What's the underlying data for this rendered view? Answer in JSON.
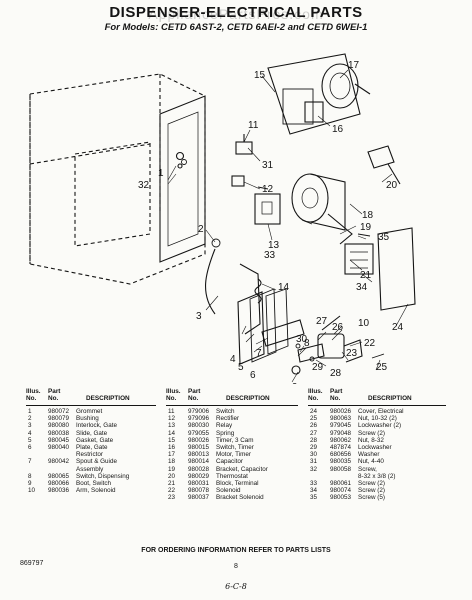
{
  "header": {
    "title": "DISPENSER-ELECTRICAL PARTS",
    "subtitle": "For Models: CETD 6AST-2, CETD 6AEI-2 and CETD 6WEI-1",
    "watermark": "AppliancePartsPros.com"
  },
  "callouts": [
    {
      "id": "c1",
      "label": "1"
    },
    {
      "id": "c2",
      "label": "2"
    },
    {
      "id": "c3",
      "label": "3"
    },
    {
      "id": "c4",
      "label": "4"
    },
    {
      "id": "c5",
      "label": "5"
    },
    {
      "id": "c6",
      "label": "6"
    },
    {
      "id": "c7",
      "label": "7"
    },
    {
      "id": "c8",
      "label": "8"
    },
    {
      "id": "c9",
      "label": "9"
    },
    {
      "id": "c10",
      "label": "10"
    },
    {
      "id": "c11",
      "label": "11"
    },
    {
      "id": "c12",
      "label": "12"
    },
    {
      "id": "c13",
      "label": "13"
    },
    {
      "id": "c14",
      "label": "14"
    },
    {
      "id": "c15",
      "label": "15"
    },
    {
      "id": "c16",
      "label": "16"
    },
    {
      "id": "c17",
      "label": "17"
    },
    {
      "id": "c18",
      "label": "18"
    },
    {
      "id": "c19",
      "label": "19"
    },
    {
      "id": "c20",
      "label": "20"
    },
    {
      "id": "c21",
      "label": "21"
    },
    {
      "id": "c22",
      "label": "22"
    },
    {
      "id": "c23",
      "label": "23"
    },
    {
      "id": "c24",
      "label": "24"
    },
    {
      "id": "c25",
      "label": "25"
    },
    {
      "id": "c26",
      "label": "26"
    },
    {
      "id": "c27",
      "label": "27"
    },
    {
      "id": "c28",
      "label": "28"
    },
    {
      "id": "c29",
      "label": "29"
    },
    {
      "id": "c30",
      "label": "30"
    },
    {
      "id": "c31",
      "label": "31"
    },
    {
      "id": "c32",
      "label": "32"
    },
    {
      "id": "c33",
      "label": "33"
    },
    {
      "id": "c34",
      "label": "34"
    },
    {
      "id": "c35",
      "label": "35"
    }
  ],
  "table": {
    "headers": {
      "illus": [
        "Illus.",
        "No."
      ],
      "part": [
        "Part",
        "No."
      ],
      "desc": "DESCRIPTION"
    },
    "columns": [
      [
        {
          "n": "1",
          "p": "980072",
          "d": "Grommet"
        },
        {
          "n": "2",
          "p": "980079",
          "d": "Bushing"
        },
        {
          "n": "3",
          "p": "980080",
          "d": "Interlock, Gate"
        },
        {
          "n": "4",
          "p": "980038",
          "d": "Slide, Gate"
        },
        {
          "n": "5",
          "p": "980045",
          "d": "Gasket, Gate"
        },
        {
          "n": "6",
          "p": "980040",
          "d": "Plate, Gate"
        },
        {
          "n": "",
          "p": "",
          "d": "Restrictor"
        },
        {
          "n": "7",
          "p": "980042",
          "d": "Spout & Guide"
        },
        {
          "n": "",
          "p": "",
          "d": "Assembly"
        },
        {
          "n": "8",
          "p": "980065",
          "d": "Switch, Dispensing"
        },
        {
          "n": "9",
          "p": "980066",
          "d": "Boot, Switch"
        },
        {
          "n": "10",
          "p": "980036",
          "d": "Arm, Solenoid"
        }
      ],
      [
        {
          "n": "11",
          "p": "979006",
          "d": "Switch"
        },
        {
          "n": "12",
          "p": "979096",
          "d": "Rectifier"
        },
        {
          "n": "13",
          "p": "980030",
          "d": "Relay"
        },
        {
          "n": "14",
          "p": "979055",
          "d": "Spring"
        },
        {
          "n": "15",
          "p": "980026",
          "d": "Timer, 3 Cam"
        },
        {
          "n": "16",
          "p": "980015",
          "d": "Switch, Timer"
        },
        {
          "n": "17",
          "p": "980013",
          "d": "Motor, Timer"
        },
        {
          "n": "18",
          "p": "980014",
          "d": "Capacitor"
        },
        {
          "n": "19",
          "p": "980028",
          "d": "Bracket, Capacitor"
        },
        {
          "n": "20",
          "p": "980029",
          "d": "Thermostat"
        },
        {
          "n": "21",
          "p": "980031",
          "d": "Block, Terminal"
        },
        {
          "n": "22",
          "p": "980078",
          "d": "Solenoid"
        },
        {
          "n": "23",
          "p": "980037",
          "d": "Bracket Solenoid"
        }
      ],
      [
        {
          "n": "24",
          "p": "980026",
          "d": "Cover, Electrical"
        },
        {
          "n": "25",
          "p": "980063",
          "d": "Nut, 10-32 (2)"
        },
        {
          "n": "26",
          "p": "979045",
          "d": "Lockwasher (2)"
        },
        {
          "n": "27",
          "p": "979048",
          "d": "Screw (2)"
        },
        {
          "n": "28",
          "p": "980062",
          "d": "Nut, 8-32"
        },
        {
          "n": "29",
          "p": "487874",
          "d": "Lockwasher"
        },
        {
          "n": "30",
          "p": "680656",
          "d": "Washer"
        },
        {
          "n": "31",
          "p": "980035",
          "d": "Nut, 4-40"
        },
        {
          "n": "32",
          "p": "980058",
          "d": "Screw,"
        },
        {
          "n": "",
          "p": "",
          "d": "8-32 x 3/8 (2)"
        },
        {
          "n": "33",
          "p": "980061",
          "d": "Screw (2)"
        },
        {
          "n": "34",
          "p": "980074",
          "d": "Screw (2)"
        },
        {
          "n": "35",
          "p": "980053",
          "d": "Screw (5)"
        }
      ]
    ]
  },
  "footer": {
    "ordering_note": "FOR ORDERING INFORMATION REFER TO PARTS LISTS",
    "page_number": "8",
    "doc_number": "869797",
    "handwritten": "6-C-8"
  }
}
